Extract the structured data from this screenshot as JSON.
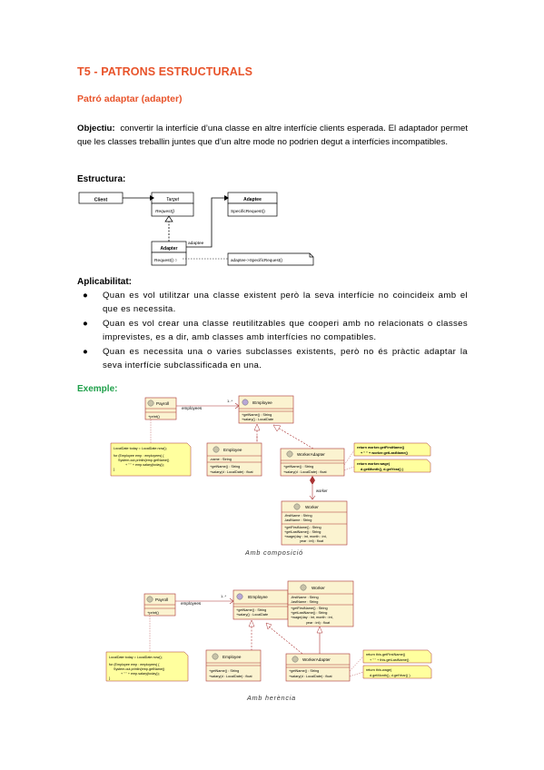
{
  "title": "T5 - PATRONS ESTRUCTURALS",
  "subtitle": "Patró adaptar (adapter)",
  "objectiu": {
    "label": "Objectiu:",
    "text": "convertir la interfície d’una classe en altre interfície clients esperada. El adaptador permet que les classes treballin juntes que d’un altre mode no podrien degut a interfícies incompatibles."
  },
  "estructura": {
    "heading": "Estructura:",
    "client": "Client",
    "target": "Target",
    "target_op": "Request()",
    "adaptee": "Adaptee",
    "adaptee_op": "SpecificRequest()",
    "adapter": "Adapter",
    "adapter_op": "Request() ○",
    "adaptee_role": "adaptee",
    "note": "adaptee->SpecificRequest()"
  },
  "aplicabilitat": {
    "heading": "Aplicabilitat:",
    "items": [
      "Quan es vol utilitzar una classe existent però la seva interfície no coincideix amb el que es necessita.",
      "Quan es vol crear una classe reutilitzables que cooperi amb no relacionats o classes imprevistes, es a dir, amb classes amb interfícies no compatibles.",
      "Quan es necessita una o varies subclasses existents, però no és pràctic adaptar la seva interfície subclassificada en una."
    ]
  },
  "exemple": {
    "heading": "Exemple:",
    "caption_composicio": "Amb composició",
    "caption_herencia": "Amb herència",
    "payroll": "Payroll",
    "payroll_op": "+print()",
    "employees_role": "employees",
    "multiplicity": "1..*",
    "iemployee": "IEmployee",
    "iemployee_ops": [
      "+getName() : String",
      "+salary() : LocalDate"
    ],
    "employee": "Employee",
    "employee_attr": "-name : String",
    "employee_ops": [
      "+getName() : String",
      "+salary(d : LocalDate) : float"
    ],
    "workeradapter": "WorkerAdapter",
    "workeradapter_ops": [
      "+getName() : String",
      "+salary(d : LocalDate) : float"
    ],
    "worker_role": "worker",
    "worker": "Worker",
    "worker_attrs": [
      "-firstName : String",
      "-lastName : String"
    ],
    "worker_ops": [
      "+getFirstName() : String",
      "+getLastName() : String",
      "+wage(day : int, month : int,",
      "year : int) : float"
    ],
    "note_payroll": [
      "LocalDate today = LocalDate.now();",
      "for (Employee emp : employees) {",
      "System.out.println(emp.getName()",
      "+ \" \" + emp.salary(today));",
      "}"
    ],
    "note_getname": [
      "return worker.getFirstName()",
      "+ \" \" + worker.getLastName()"
    ],
    "note_salary": [
      "return worker.wage(",
      "d.getMonth(), d.getYear() )"
    ],
    "note_getname2": [
      "return this.getFirstName()",
      "+ \" \" + this.getLastName()"
    ],
    "note_salary2": [
      "return this.wage(",
      "d.getMonth(), d.getYear() )"
    ]
  }
}
